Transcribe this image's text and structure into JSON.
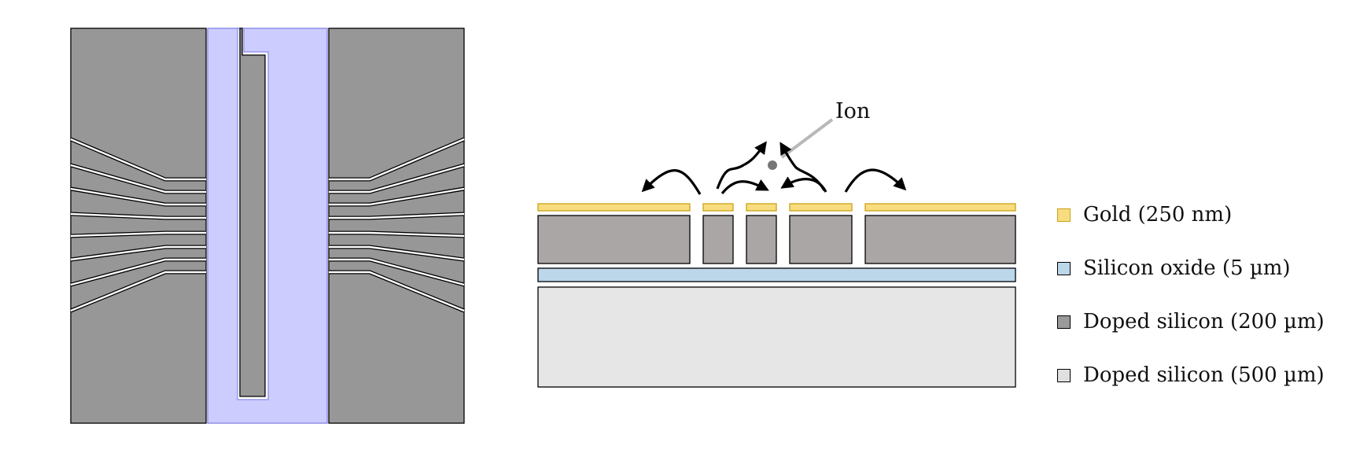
{
  "ion_label": "Ion",
  "legend": [
    {
      "label": "Gold (250 nm)",
      "color": "#f8dc80",
      "border": "#c9a316"
    },
    {
      "label": "Silicon oxide (5 µm)",
      "color": "#bcd6ea",
      "border": "#000000"
    },
    {
      "label": "Doped silicon (200 µm)",
      "color": "#9a9a9a",
      "border": "#000000"
    },
    {
      "label": "Doped silicon (500 µm)",
      "color": "#e0e0e0",
      "border": "#000000"
    }
  ],
  "colors": {
    "gold": "#f8dc80",
    "gold_edge": "#c9a316",
    "oxide": "#bcd6ea",
    "doped_200": "#979797",
    "doped_500": "#e6e6e6",
    "top_view_channel": "#ccccff",
    "top_view_channel_edge": "#8a8ae6",
    "ion": "#777777",
    "pointer": "#b8b8b8"
  }
}
